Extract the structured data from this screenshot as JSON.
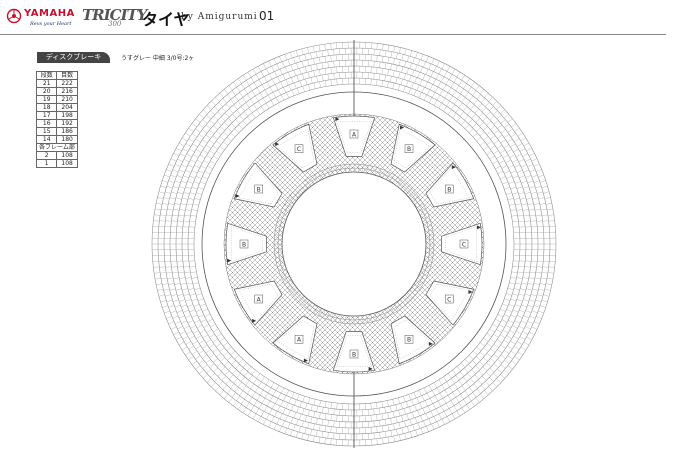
{
  "header": {
    "brand": "YAMAHA",
    "tagline": "Revs your Heart",
    "product_logo": "TRICITY",
    "product_sub": "300",
    "title": "タイヤ",
    "byline": "by Amigurumi",
    "page_number": "01",
    "brand_color": "#c8102e"
  },
  "section": {
    "tab_label": "ディスクブレーキ",
    "yarn_spec": "うすグレー 中細 3/0号:2ヶ"
  },
  "stitch_table": {
    "col_round": "段数",
    "col_count": "目数",
    "rows": [
      {
        "round": "21",
        "count": "222"
      },
      {
        "round": "20",
        "count": "216"
      },
      {
        "round": "19",
        "count": "210"
      },
      {
        "round": "18",
        "count": "204"
      },
      {
        "round": "17",
        "count": "198"
      },
      {
        "round": "16",
        "count": "192"
      },
      {
        "round": "15",
        "count": "186"
      },
      {
        "round": "14",
        "count": "180"
      }
    ],
    "frame_heading": "各フレーム部",
    "frame_rows": [
      {
        "round": "2",
        "count": "108"
      },
      {
        "round": "1",
        "count": "108"
      }
    ]
  },
  "diagram": {
    "panel_labels": [
      "A",
      "B",
      "B",
      "C",
      "C",
      "B",
      "B",
      "A",
      "A",
      "B",
      "B",
      "C"
    ]
  }
}
